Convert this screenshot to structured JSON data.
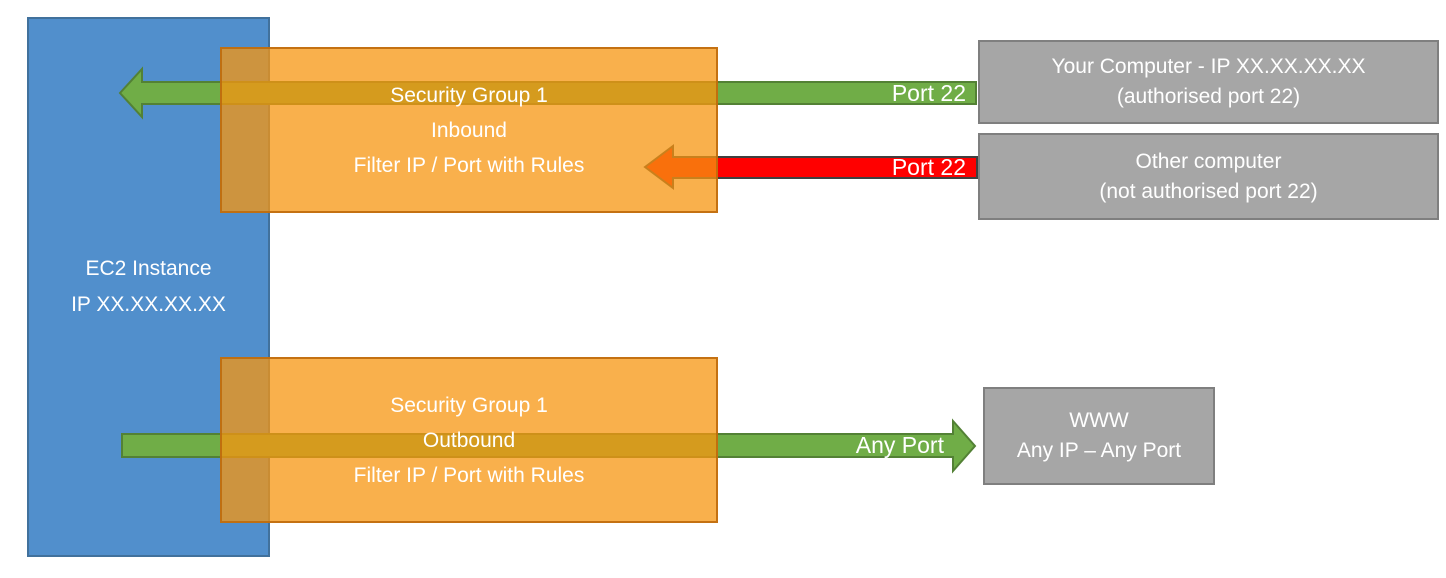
{
  "ec2": {
    "line1": "EC2 Instance",
    "line2": "IP XX.XX.XX.XX"
  },
  "inbound_group": {
    "line1": "Security Group 1",
    "line2": "Inbound",
    "line3": "Filter IP / Port with Rules"
  },
  "outbound_group": {
    "line1": "Security Group 1",
    "line2": "Outbound",
    "line3": "Filter IP / Port with Rules"
  },
  "your_computer": {
    "line1": "Your Computer - IP XX.XX.XX.XX",
    "line2": "(authorised port 22)"
  },
  "other_computer": {
    "line1": "Other computer",
    "line2": "(not authorised port 22)"
  },
  "www": {
    "line1": "WWW",
    "line2": "Any IP – Any Port"
  },
  "flow_labels": {
    "inbound_allowed": "Port 22",
    "inbound_blocked": "Port 22",
    "outbound": "Any Port"
  },
  "colors": {
    "ec2_fill": "#518FCC",
    "ec2_border": "#41719C",
    "security_group_fill": "#F79610",
    "security_group_fill_opacity": "0.75",
    "security_group_border": "#BE6A0C",
    "endpoint_fill": "#A6A6A6",
    "endpoint_border": "#7F7F7F",
    "allowed_arrow_fill": "#70AD47",
    "allowed_arrow_border": "#538135",
    "blocked_arrow_fill": "#FF0000",
    "blocked_arrow_border": "#404040",
    "text": "#FFFFFF"
  }
}
